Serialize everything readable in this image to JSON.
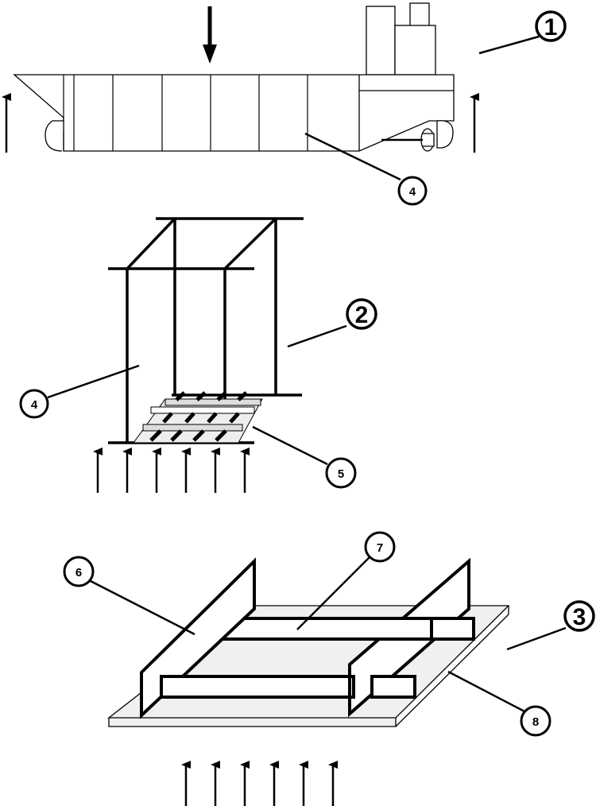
{
  "diagram": {
    "callouts": {
      "ship": "1",
      "frame": "2",
      "panel": "3",
      "girder": "4",
      "floor_structure": "5",
      "web_frame": "6",
      "stiffener": "7",
      "plating": "8"
    },
    "colors": {
      "stroke": "#000000",
      "fill": "#ffffff",
      "panel_fill": "#f0f0f0",
      "highlight_fill": "#dddddd"
    }
  }
}
